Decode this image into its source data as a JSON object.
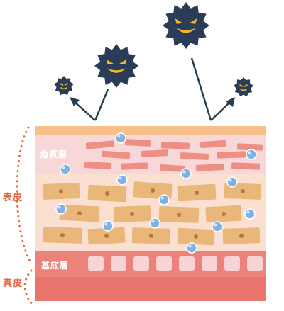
{
  "labels": {
    "stratum_corneum": "角質層",
    "basal_layer": "基底層",
    "epidermis": "表皮",
    "dermis": "真皮"
  },
  "colors": {
    "top_strip": "#f7c08b",
    "corneum_bg": "#f7d7d7",
    "corneum_cell": "#ee8f86",
    "spinous_bg": "#fbe0d2",
    "spinous_cell": "#e9b77a",
    "cell_nucleus": "#b9773f",
    "basal_band": "#ec837a",
    "basal_cell": "#f7d3d6",
    "dermis": "#e8766c",
    "bubble": "#7fb2e3",
    "germ": "#2a3c58",
    "germ_face": "#f5b52a",
    "arrow": "#243f53",
    "dotted_line": "#e8643c"
  },
  "icons": [
    "germ-icon",
    "arrow-icon",
    "moisture-bubble-icon"
  ]
}
